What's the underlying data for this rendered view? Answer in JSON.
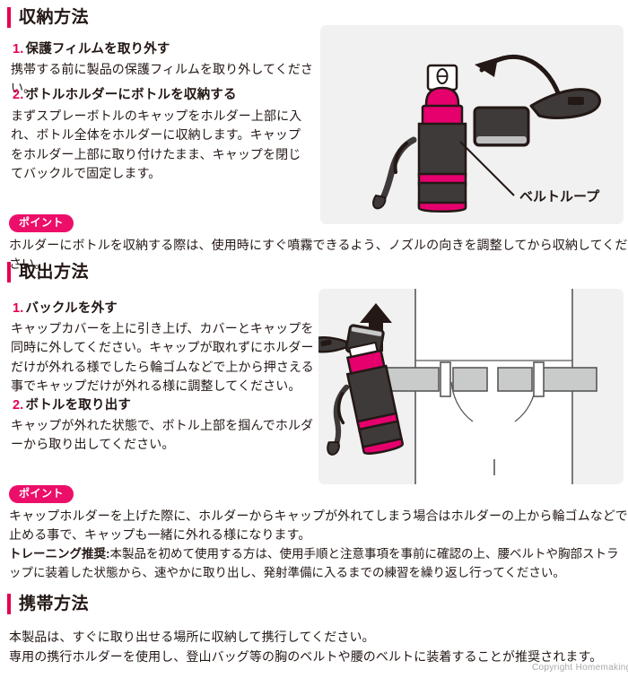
{
  "document": {
    "language": "ja",
    "accent_color": "#E5004F",
    "badge_color": "#EC0F69",
    "text_color": "#231815",
    "panel_background": "#F1F1F1"
  },
  "sections": [
    {
      "id": "storage",
      "title": "収納方法",
      "steps": [
        {
          "number": "1.",
          "heading": "保護フィルムを取り外す",
          "body": "携帯する前に製品の保護フィルムを取り外してください。"
        },
        {
          "number": "2.",
          "heading": "ボトルホルダーにボトルを収納する",
          "body": "まずスプレーボトルのキャップをホルダー上部に入れ、ボトル全体をホルダーに収納します。キャップをホルダー上部に取り付けたまま、キャップを閉じてバックルで固定します。"
        }
      ],
      "point": {
        "badge": "ポイント",
        "text": "ホルダーにボトルを収納する際は、使用時にすぐ噴霧できるよう、ノズルの向きを調整してから収納してください。"
      },
      "illustration": {
        "name": "bottle-in-holder-diagram",
        "callout": "ベルトループ"
      }
    },
    {
      "id": "removal",
      "title": "取出方法",
      "steps": [
        {
          "number": "1.",
          "heading": "バックルを外す",
          "body": "キャップカバーを上に引き上げ、カバーとキャップを同時に外してください。キャップが取れずにホルダーだけが外れる様でしたら輪ゴムなどで上から押さえる事でキャップだけが外れる様に調整してください。"
        },
        {
          "number": "2.",
          "heading": "ボトルを取り出す",
          "body": "キャップが外れた状態で、ボトル上部を掴んでホルダーから取り出してください。"
        }
      ],
      "point": {
        "badge": "ポイント",
        "text": "キャップホルダーを上げた際に、ホルダーからキャップが外れてしまう場合はホルダーの上から輪ゴムなどで止める事で、キャップも一緒に外れる様になります。"
      },
      "training_note": {
        "label": "トレーニング推奨:",
        "text": "本製品を初めて使用する方は、使用手順と注意事項を事前に確認の上、腰ベルトや胸部ストラップに装着した状態から、速やかに取り出し、発射準備に入るまでの練習を繰り返し行ってください。"
      },
      "illustration": {
        "name": "bottle-removal-from-belt-diagram"
      }
    },
    {
      "id": "carrying",
      "title": "携帯方法",
      "lines": [
        "本製品は、すぐに取り出せる場所に収納して携行してください。",
        "専用の携行ホルダーを使用し、登山バッグ等の胸のベルトや腰のベルトに装着することが推奨されます。"
      ]
    }
  ],
  "footer": {
    "copyright": "Copyright Homemaking"
  }
}
